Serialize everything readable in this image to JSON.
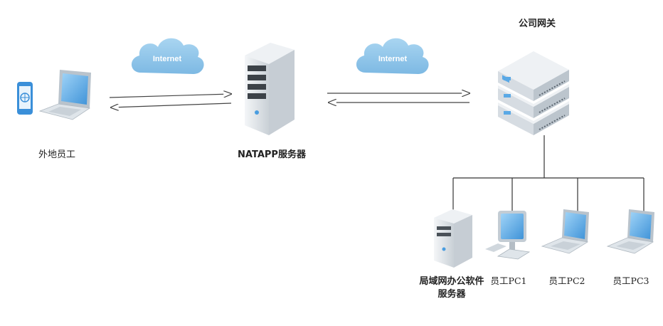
{
  "clouds": [
    {
      "label": "Internet"
    },
    {
      "label": "Internet"
    }
  ],
  "nodes": {
    "remote_staff": "外地员工",
    "natapp_server": "NATAPP服务器",
    "company_gateway": "公司网关",
    "lan_server_line1": "局域网办公软件",
    "lan_server_line2": "服务器",
    "staff_pc1": "员工PC1",
    "staff_pc2": "员工PC2",
    "staff_pc3": "员工PC3"
  },
  "colors": {
    "cloud": "#8fc6e8",
    "screen": "#5aa9e6",
    "device_body": "#d7dde3",
    "line": "#333333"
  }
}
